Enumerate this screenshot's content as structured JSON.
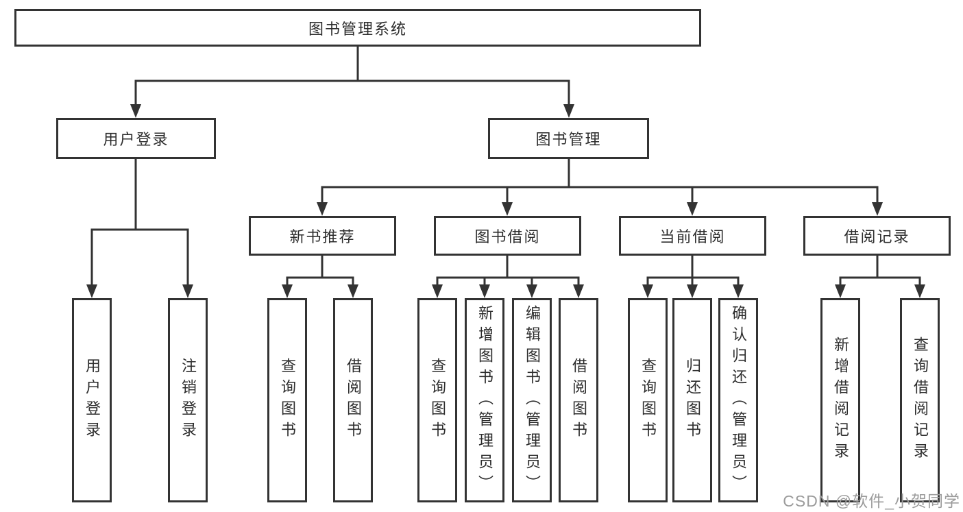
{
  "tree": {
    "root": {
      "label": "图书管理系统"
    },
    "level2": [
      {
        "label": "用户登录"
      },
      {
        "label": "图书管理"
      }
    ],
    "level3": [
      {
        "label": "新书推荐"
      },
      {
        "label": "图书借阅"
      },
      {
        "label": "当前借阅"
      },
      {
        "label": "借阅记录"
      }
    ],
    "leaves": {
      "user_login": [
        {
          "label": "用户登录"
        },
        {
          "label": "注销登录"
        }
      ],
      "new_book": [
        {
          "label": "查询图书"
        },
        {
          "label": "借阅图书"
        }
      ],
      "book_borrow": [
        {
          "label": "查询图书"
        },
        {
          "label": "新增图书（管理员）"
        },
        {
          "label": "编辑图书（管理员）"
        },
        {
          "label": "借阅图书"
        }
      ],
      "current_borrow": [
        {
          "label": "查询图书"
        },
        {
          "label": "归还图书"
        },
        {
          "label": "确认归还（管理员）"
        }
      ],
      "borrow_record": [
        {
          "label": "新增借阅记录"
        },
        {
          "label": "查询借阅记录"
        }
      ]
    }
  },
  "watermark": {
    "text": "CSDN @软件_小贺同学",
    "color": "#9c9c9c"
  },
  "colors": {
    "line": "#333333",
    "box_border": "#333333",
    "text": "#2d2d2d",
    "background": "#ffffff"
  }
}
